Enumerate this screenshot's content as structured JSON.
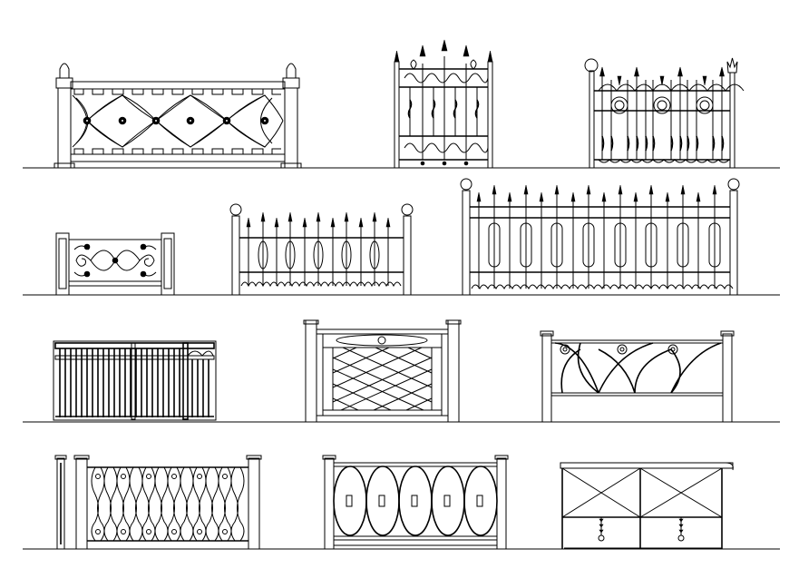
{
  "drawing": {
    "background": "#ffffff",
    "line_color": "#000000",
    "rows": 4,
    "panels": [
      {
        "id": 1,
        "row": 1,
        "style": "balustrade-lattice"
      },
      {
        "id": 2,
        "row": 1,
        "style": "spear-gate-scroll"
      },
      {
        "id": 3,
        "row": 1,
        "style": "spear-fence-rings"
      },
      {
        "id": 4,
        "row": 2,
        "style": "scroll-panel"
      },
      {
        "id": 5,
        "row": 2,
        "style": "spear-fence-ovals-small"
      },
      {
        "id": 6,
        "row": 2,
        "style": "spear-fence-ovals-large"
      },
      {
        "id": 7,
        "row": 3,
        "style": "vertical-bars-gate"
      },
      {
        "id": 8,
        "row": 3,
        "style": "diamond-lattice-panel"
      },
      {
        "id": 9,
        "row": 3,
        "style": "sweeping-curves-panel"
      },
      {
        "id": 10,
        "row": 4,
        "style": "baluster-fence"
      },
      {
        "id": 11,
        "row": 4,
        "style": "interlocking-ovals-panel"
      },
      {
        "id": 12,
        "row": 4,
        "style": "x-brace-railing"
      }
    ]
  }
}
